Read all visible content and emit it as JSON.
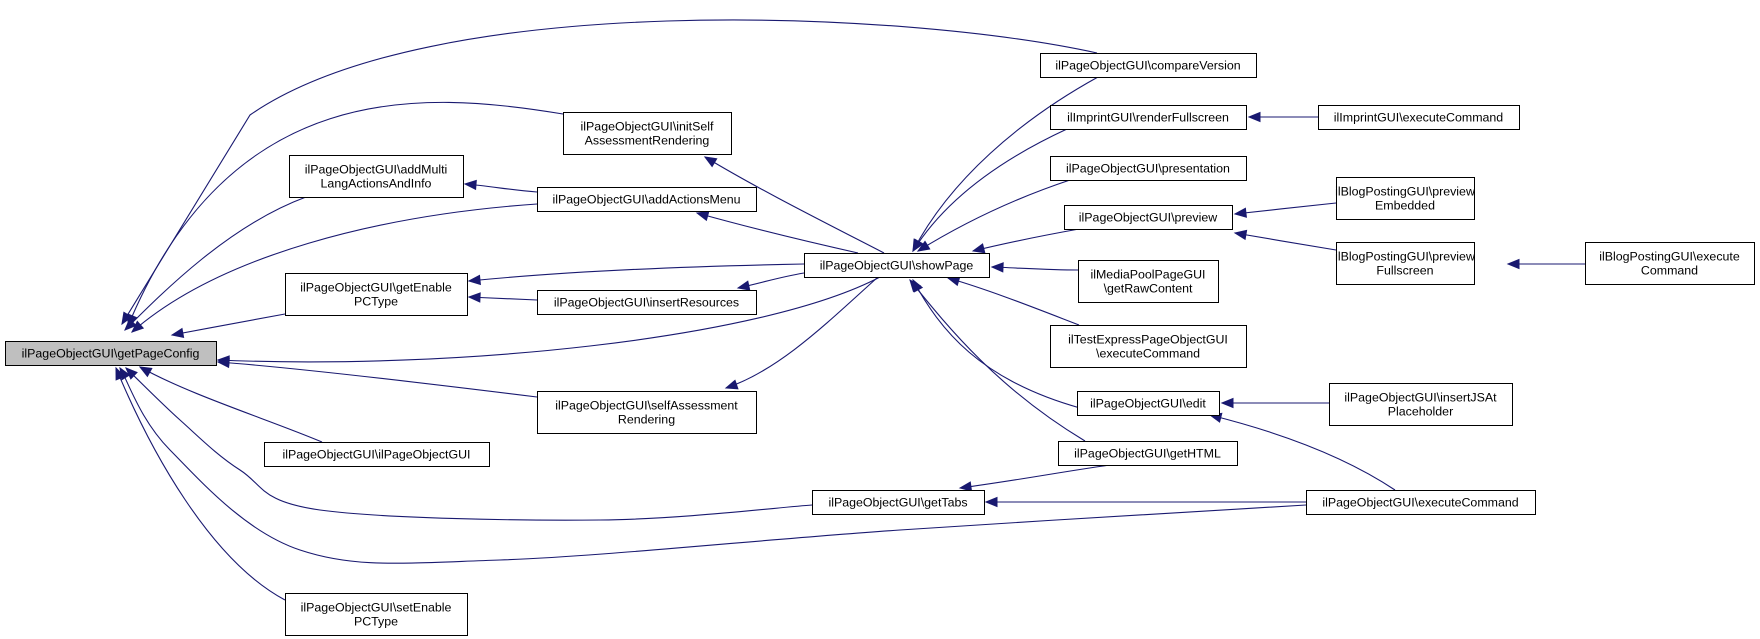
{
  "graph": {
    "edge_color": "#191970",
    "node_fill": "#ffffff",
    "root_fill": "#bfbfbf",
    "nodes": [
      {
        "id": "getPageConfig",
        "lines": [
          "ilPageObjectGUI\\getPageConfig"
        ],
        "root": true
      },
      {
        "id": "addMultiLang",
        "lines": [
          "ilPageObjectGUI\\addMulti",
          "LangActionsAndInfo"
        ]
      },
      {
        "id": "getEnablePC",
        "lines": [
          "ilPageObjectGUI\\getEnable",
          "PCType"
        ]
      },
      {
        "id": "ctor",
        "lines": [
          "ilPageObjectGUI\\ilPageObjectGUI"
        ]
      },
      {
        "id": "setEnablePC",
        "lines": [
          "ilPageObjectGUI\\setEnable",
          "PCType"
        ]
      },
      {
        "id": "initSelfAssess",
        "lines": [
          "ilPageObjectGUI\\initSelf",
          "AssessmentRendering"
        ]
      },
      {
        "id": "addActionsMenu",
        "lines": [
          "ilPageObjectGUI\\addActionsMenu"
        ]
      },
      {
        "id": "insertResources",
        "lines": [
          "ilPageObjectGUI\\insertResources"
        ]
      },
      {
        "id": "selfAssess",
        "lines": [
          "ilPageObjectGUI\\selfAssessment",
          "Rendering"
        ]
      },
      {
        "id": "showPage",
        "lines": [
          "ilPageObjectGUI\\showPage"
        ]
      },
      {
        "id": "getTabs",
        "lines": [
          "ilPageObjectGUI\\getTabs"
        ]
      },
      {
        "id": "compareVersion",
        "lines": [
          "ilPageObjectGUI\\compareVersion"
        ]
      },
      {
        "id": "imprintRender",
        "lines": [
          "ilImprintGUI\\renderFullscreen"
        ]
      },
      {
        "id": "presentation",
        "lines": [
          "ilPageObjectGUI\\presentation"
        ]
      },
      {
        "id": "preview",
        "lines": [
          "ilPageObjectGUI\\preview"
        ]
      },
      {
        "id": "mediaPool",
        "lines": [
          "ilMediaPoolPageGUI",
          "\\getRawContent"
        ]
      },
      {
        "id": "testExpress",
        "lines": [
          "ilTestExpressPageObjectGUI",
          "\\executeCommand"
        ]
      },
      {
        "id": "edit",
        "lines": [
          "ilPageObjectGUI\\edit"
        ]
      },
      {
        "id": "getHTML",
        "lines": [
          "ilPageObjectGUI\\getHTML"
        ]
      },
      {
        "id": "imprintExec",
        "lines": [
          "ilImprintGUI\\executeCommand"
        ]
      },
      {
        "id": "blogPrevEmb",
        "lines": [
          "ilBlogPostingGUI\\preview",
          "Embedded"
        ]
      },
      {
        "id": "blogPrevFull",
        "lines": [
          "ilBlogPostingGUI\\preview",
          "Fullscreen"
        ]
      },
      {
        "id": "blogExec",
        "lines": [
          "ilBlogPostingGUI\\execute",
          "Command"
        ]
      },
      {
        "id": "insertJS",
        "lines": [
          "ilPageObjectGUI\\insertJSAt",
          "Placeholder"
        ]
      },
      {
        "id": "execCommand",
        "lines": [
          "ilPageObjectGUI\\executeCommand"
        ]
      }
    ],
    "edges": [
      {
        "from": "getPageConfig",
        "to": "compareVersion"
      },
      {
        "from": "getPageConfig",
        "to": "initSelfAssess"
      },
      {
        "from": "getPageConfig",
        "to": "addMultiLang"
      },
      {
        "from": "getPageConfig",
        "to": "addActionsMenu"
      },
      {
        "from": "getPageConfig",
        "to": "getEnablePC"
      },
      {
        "from": "getPageConfig",
        "to": "showPage"
      },
      {
        "from": "getPageConfig",
        "to": "selfAssess"
      },
      {
        "from": "getPageConfig",
        "to": "ctor"
      },
      {
        "from": "getPageConfig",
        "to": "getTabs"
      },
      {
        "from": "getPageConfig",
        "to": "execCommand"
      },
      {
        "from": "getPageConfig",
        "to": "setEnablePC"
      },
      {
        "from": "addMultiLang",
        "to": "addActionsMenu"
      },
      {
        "from": "getEnablePC",
        "to": "showPage"
      },
      {
        "from": "getEnablePC",
        "to": "insertResources"
      },
      {
        "from": "initSelfAssess",
        "to": "showPage"
      },
      {
        "from": "addActionsMenu",
        "to": "showPage"
      },
      {
        "from": "insertResources",
        "to": "showPage"
      },
      {
        "from": "selfAssess",
        "to": "showPage"
      },
      {
        "from": "showPage",
        "to": "compareVersion"
      },
      {
        "from": "showPage",
        "to": "imprintRender"
      },
      {
        "from": "showPage",
        "to": "presentation"
      },
      {
        "from": "showPage",
        "to": "preview"
      },
      {
        "from": "showPage",
        "to": "mediaPool"
      },
      {
        "from": "showPage",
        "to": "testExpress"
      },
      {
        "from": "showPage",
        "to": "edit"
      },
      {
        "from": "showPage",
        "to": "getHTML"
      },
      {
        "from": "getTabs",
        "to": "getHTML"
      },
      {
        "from": "getTabs",
        "to": "execCommand"
      },
      {
        "from": "imprintRender",
        "to": "imprintExec"
      },
      {
        "from": "preview",
        "to": "blogPrevEmb"
      },
      {
        "from": "preview",
        "to": "blogPrevFull"
      },
      {
        "from": "blogPrevFull",
        "to": "blogExec"
      },
      {
        "from": "edit",
        "to": "insertJS"
      },
      {
        "from": "edit",
        "to": "execCommand"
      }
    ]
  }
}
